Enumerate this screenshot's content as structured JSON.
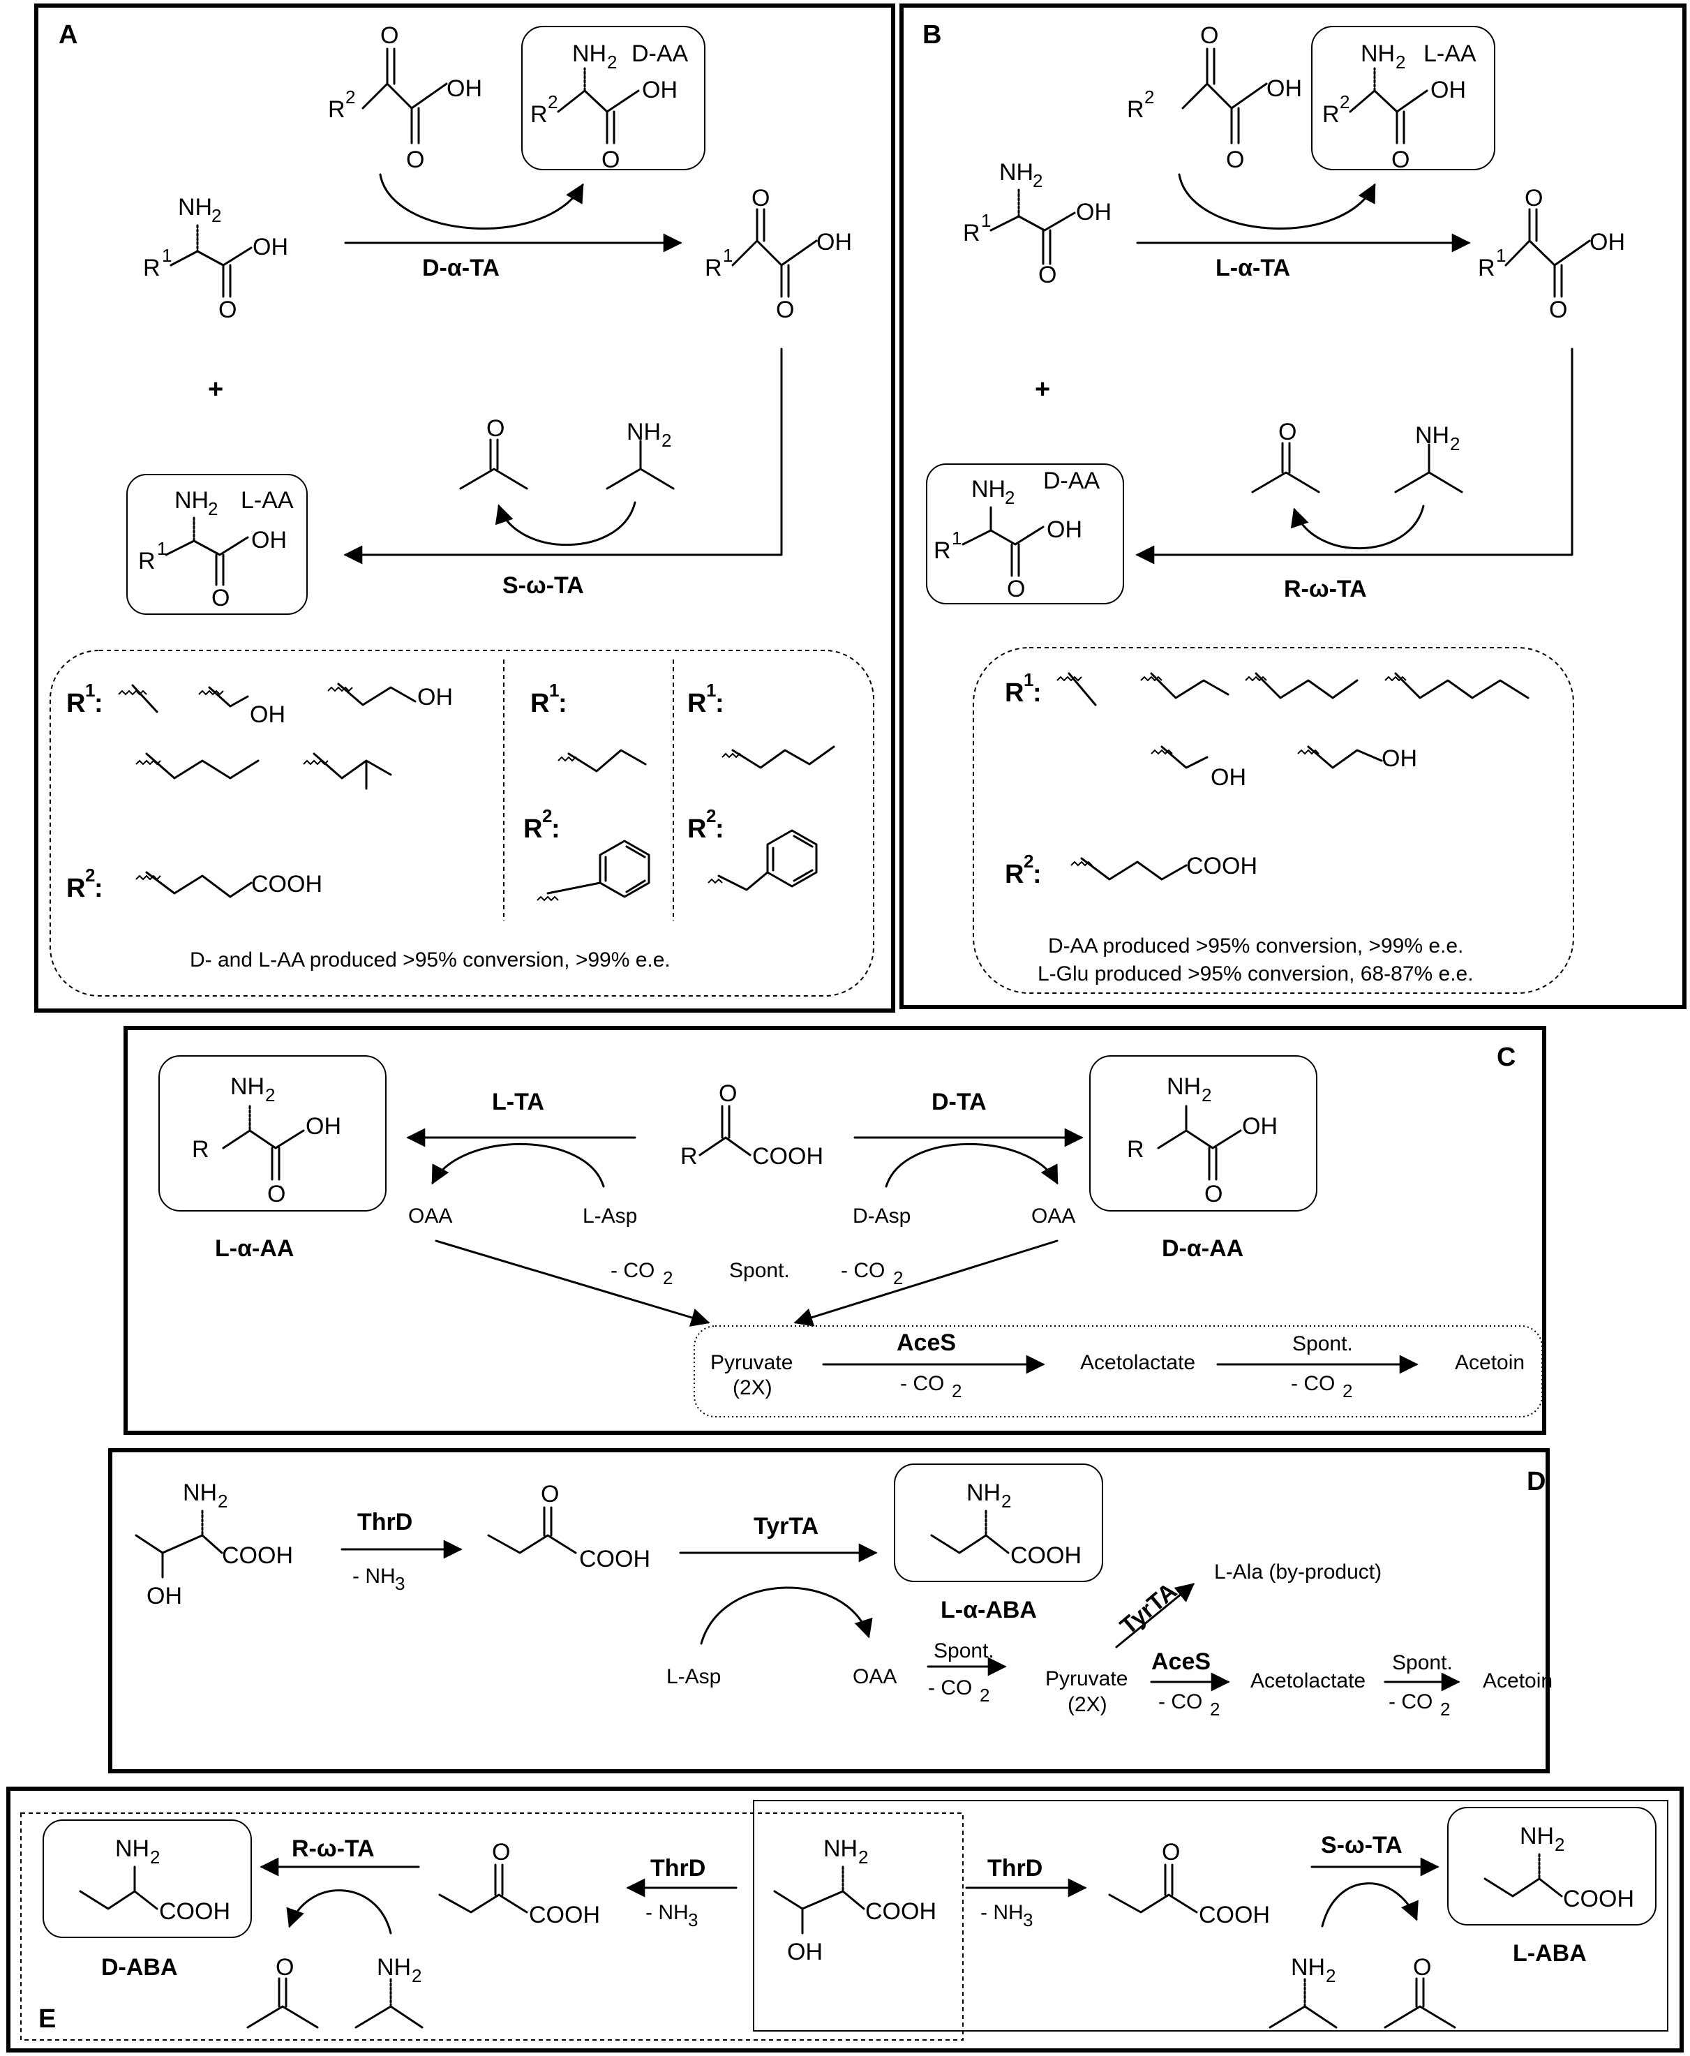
{
  "panels": {
    "A": {
      "label": "A",
      "enzyme_top": "D-α-TA",
      "enzyme_bottom": "S-ω-TA",
      "product_tag": "D-AA",
      "product2_tag": "L-AA",
      "plus": "+",
      "r1": "R",
      "r2": "R",
      "oh": "OH",
      "nh2": "NH",
      "scope_R1": "R",
      "scope_R2": "R",
      "cooh": "COOH",
      "result": "D- and L-AA produced >95% conversion, >99% e.e."
    },
    "B": {
      "label": "B",
      "enzyme_top": "L-α-TA",
      "enzyme_bottom": "R-ω-TA",
      "product_tag": "L-AA",
      "product2_tag": "D-AA",
      "plus": "+",
      "result_1": "D-AA produced >95% conversion, >99% e.e.",
      "result_2": "L-Glu produced >95% conversion, 68-87% e.e."
    },
    "C": {
      "label": "C",
      "left_enzyme": "L-TA",
      "right_enzyme": "D-TA",
      "left_product": "L-α-AA",
      "right_product": "D-α-AA",
      "center": "COOH",
      "oaa_left": "OAA",
      "lasp": "L-Asp",
      "dasp": "D-Asp",
      "oaa_right": "OAA",
      "co2_left": "- CO",
      "spont": "Spont.",
      "co2_right": "- CO",
      "pyruvate": "Pyruvate",
      "two_x": "(2X)",
      "aces": "AceS",
      "minus_co2": "- CO",
      "acetolactate": "Acetolactate",
      "spont2": "Spont.",
      "acetoin": "Acetoin"
    },
    "D": {
      "label": "D",
      "thrd": "ThrD",
      "nh3": "- NH",
      "tyrta": "TyrTA",
      "product": "L-α-ABA",
      "lasp": "L-Asp",
      "oaa": "OAA",
      "spont": "Spont.",
      "pyruvate": "Pyruvate",
      "two_x": "(2X)",
      "tyrta_diag": "TyrTA",
      "lala": "L-Ala (by-product)",
      "aces": "AceS",
      "acetolactate": "Acetolactate",
      "spont2": "Spont.",
      "acetoin": "Acetoin"
    },
    "E": {
      "label": "E",
      "left_enzyme": "R-ω-TA",
      "thrd_left": "ThrD",
      "thrd_right": "ThrD",
      "nh3": "- NH",
      "right_enzyme": "S-ω-TA",
      "left_product": "D-ABA",
      "right_product": "L-ABA"
    }
  }
}
